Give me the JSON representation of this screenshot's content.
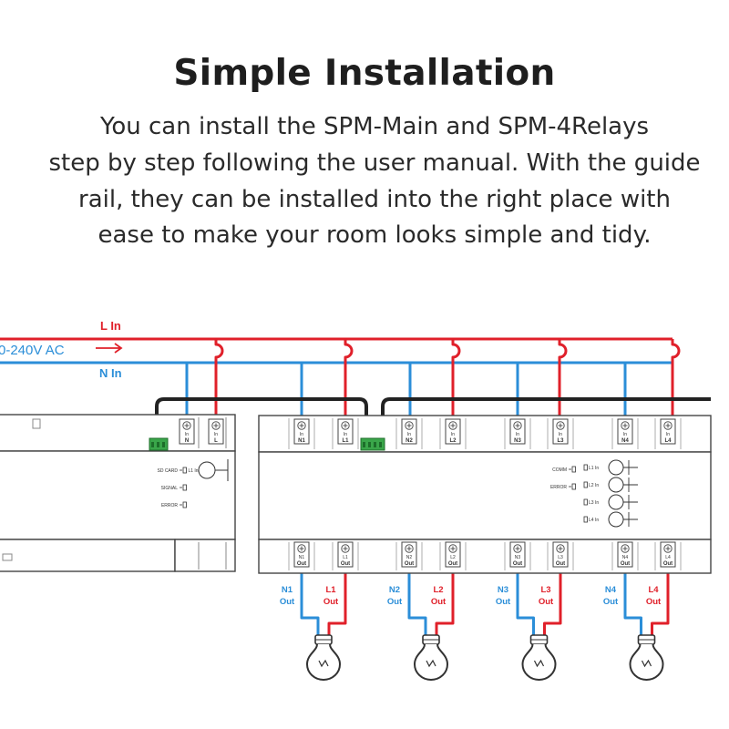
{
  "title": "Simple Installation",
  "description": {
    "lines": [
      "You can install the SPM-Main and SPM-4Relays",
      "step by step following the user manual. With the guide",
      "rail, they can be installed into the right place with",
      "ease to make your room looks simple and tidy."
    ]
  },
  "diagram": {
    "supply_voltage": "0-240V AC",
    "live_in_label": "L In",
    "neutral_in_label": "N In",
    "colors": {
      "live": "#e0202a",
      "neutral": "#2b8ed8",
      "bus": "#222222",
      "device_outline": "#444444",
      "connector": "#3aa64a"
    },
    "main_unit": {
      "terminals": [
        {
          "top": "In",
          "bottom": "N"
        },
        {
          "top": "In",
          "bottom": "L"
        }
      ],
      "indicators": [
        "SD CARD",
        "SIGNAL",
        "ERROR"
      ],
      "indicator_suffix": "L1 In"
    },
    "relay_unit": {
      "input_terminals": [
        {
          "top": "In",
          "bottom": "N1"
        },
        {
          "top": "In",
          "bottom": "L1"
        },
        {
          "top": "In",
          "bottom": "N2"
        },
        {
          "top": "In",
          "bottom": "L2"
        },
        {
          "top": "In",
          "bottom": "N3"
        },
        {
          "top": "In",
          "bottom": "L3"
        },
        {
          "top": "In",
          "bottom": "N4"
        },
        {
          "top": "In",
          "bottom": "L4"
        }
      ],
      "output_terminals": [
        {
          "top": "N1",
          "bottom": "Out"
        },
        {
          "top": "L1",
          "bottom": "Out"
        },
        {
          "top": "N2",
          "bottom": "Out"
        },
        {
          "top": "L2",
          "bottom": "Out"
        },
        {
          "top": "N3",
          "bottom": "Out"
        },
        {
          "top": "L3",
          "bottom": "Out"
        },
        {
          "top": "N4",
          "bottom": "Out"
        },
        {
          "top": "L4",
          "bottom": "Out"
        }
      ],
      "indicators": [
        "COMM",
        "ERROR"
      ],
      "relay_labels": [
        "L1 In",
        "L2 In",
        "L3 In",
        "L4 In"
      ]
    },
    "outputs": [
      {
        "n_name": "N1",
        "n_sub": "Out",
        "l_name": "L1",
        "l_sub": "Out"
      },
      {
        "n_name": "N2",
        "n_sub": "Out",
        "l_name": "L2",
        "l_sub": "Out"
      },
      {
        "n_name": "N3",
        "n_sub": "Out",
        "l_name": "L3",
        "l_sub": "Out"
      },
      {
        "n_name": "N4",
        "n_sub": "Out",
        "l_name": "L4",
        "l_sub": "Out"
      }
    ],
    "lamp_count": 4
  }
}
